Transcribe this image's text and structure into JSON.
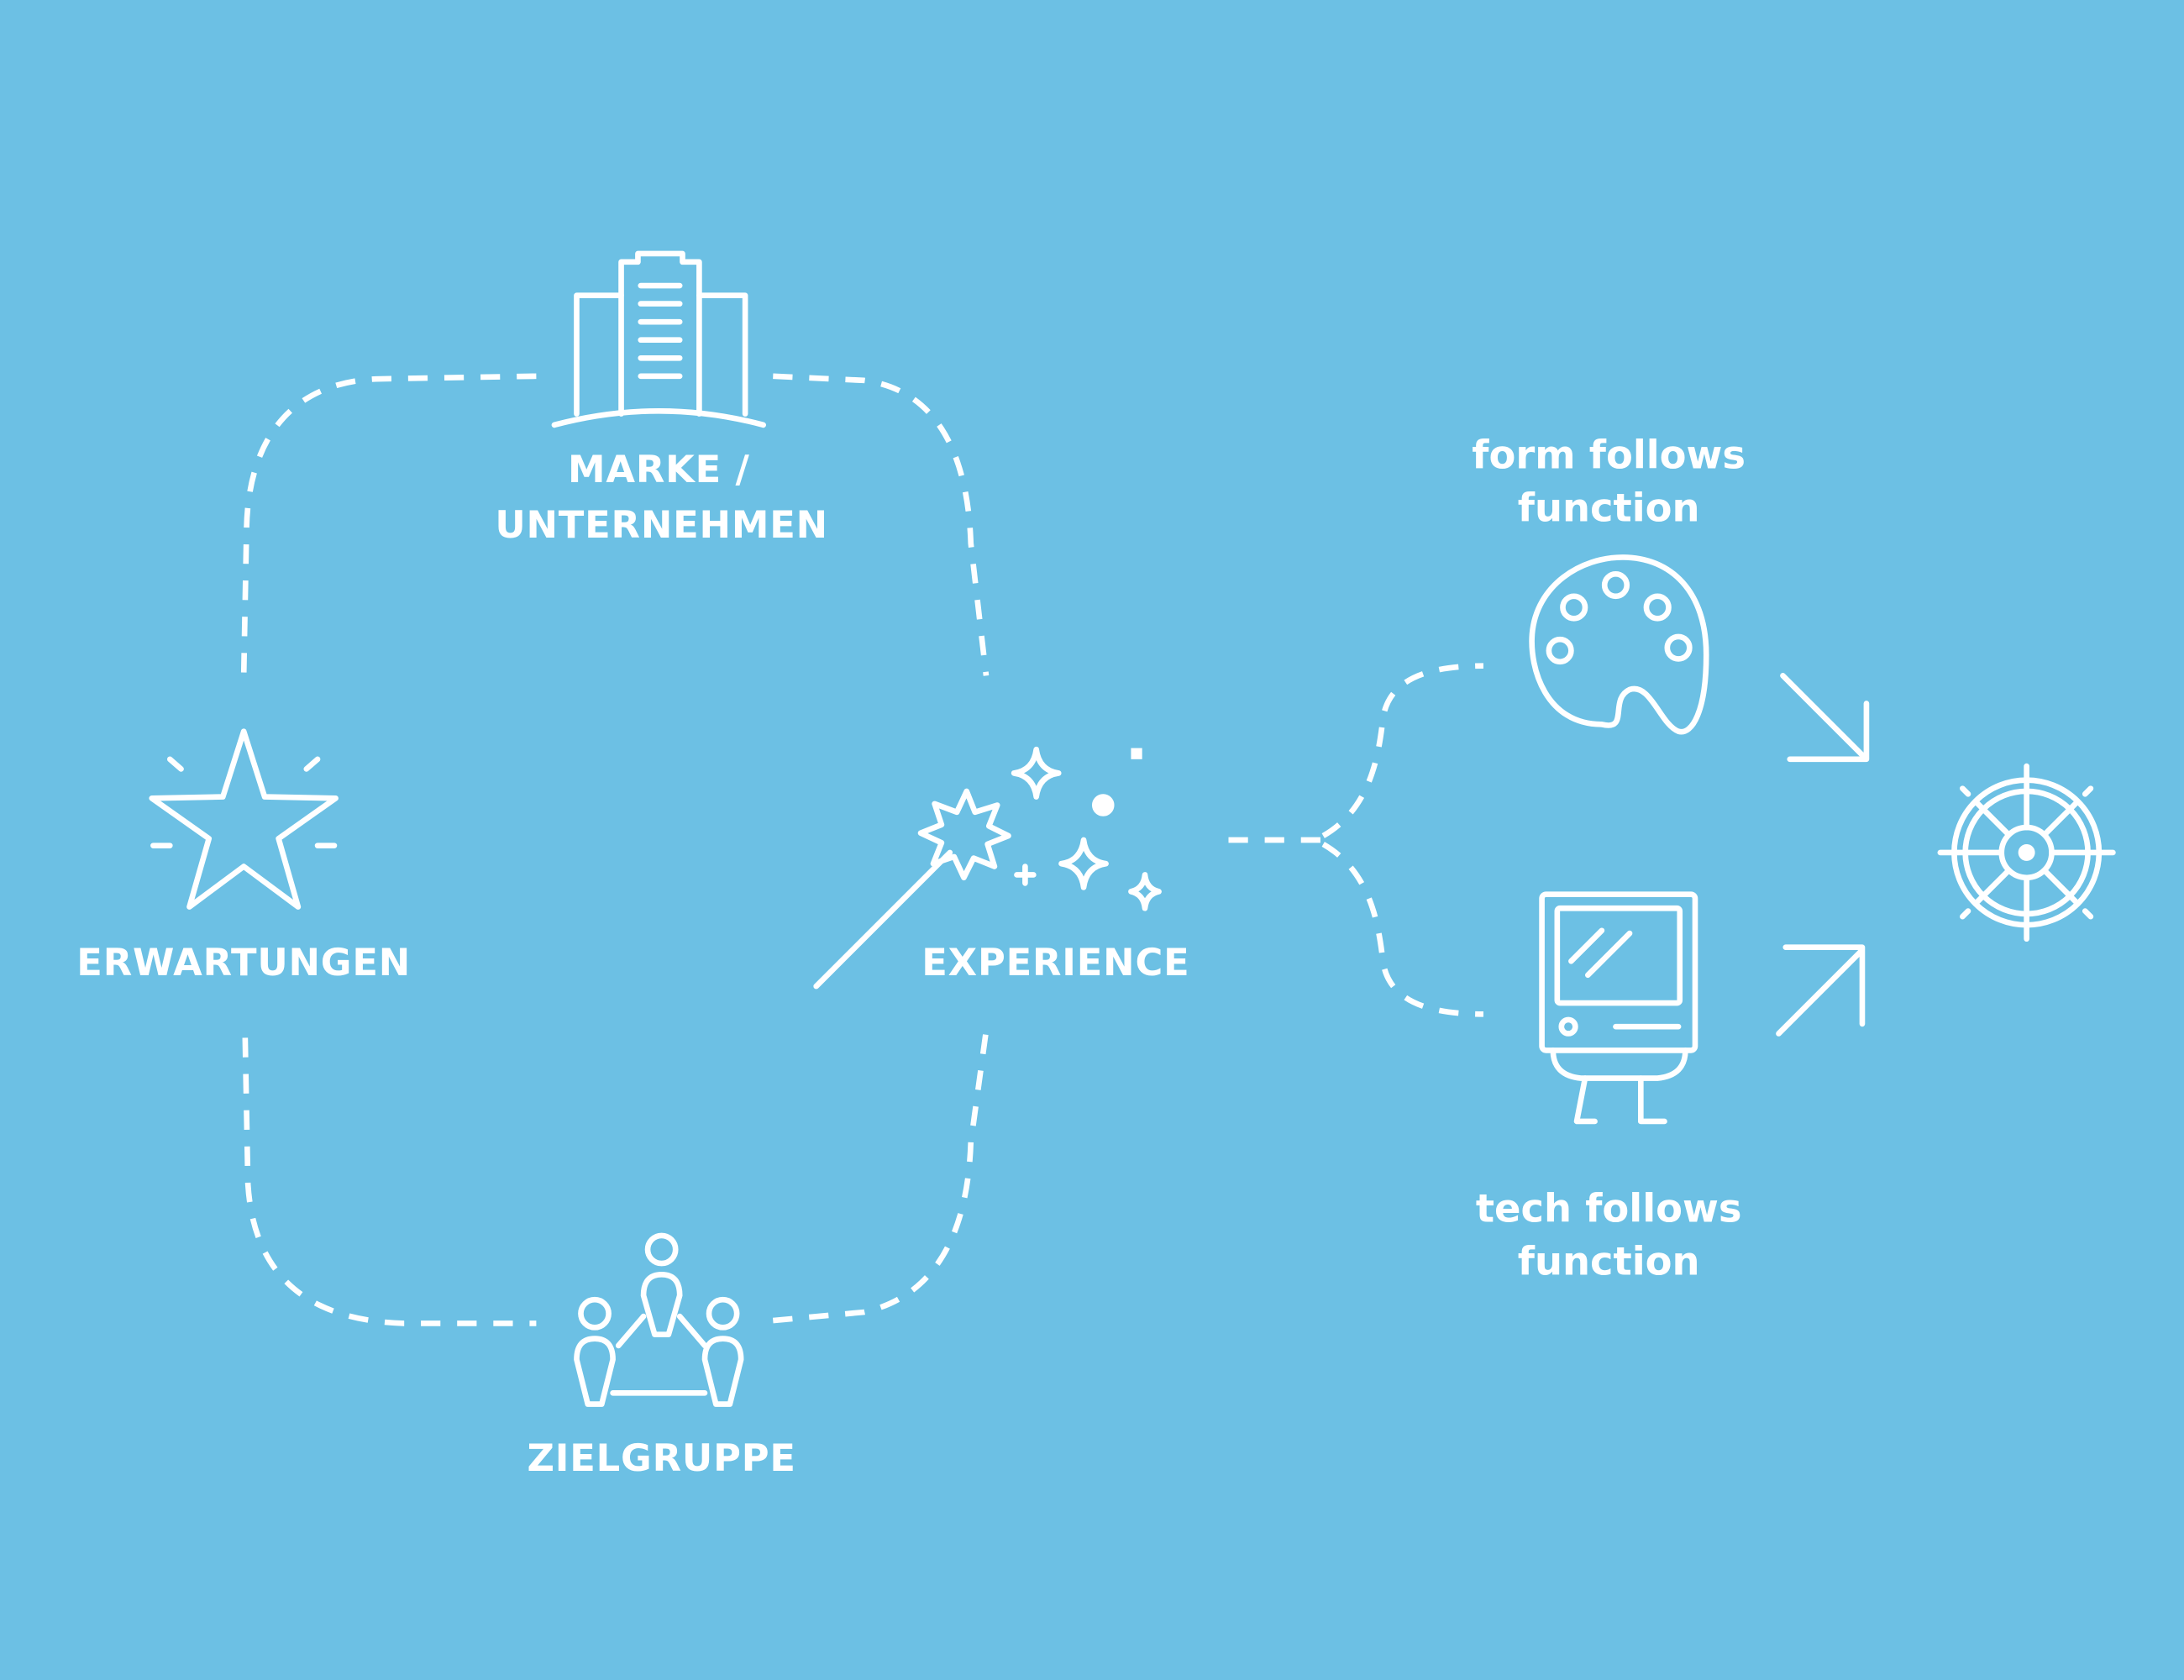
{
  "colors": {
    "background": "#6cc0e4",
    "foreground": "#ffffff"
  },
  "nodes": {
    "brand": {
      "line1": "MARKE /",
      "line2": "UNTERNEHMEN",
      "icon": "building-icon"
    },
    "expectations": {
      "label": "ERWARTUNGEN",
      "icon": "star-icon"
    },
    "audience": {
      "label": "ZIELGRUPPE",
      "icon": "group-icon"
    },
    "experience": {
      "label": "EXPERIENCE",
      "icon": "magic-wand-icon"
    },
    "form": {
      "line1": "form follows",
      "line2": "function",
      "icon": "palette-icon"
    },
    "tech": {
      "line1": "tech follows",
      "line2": "function",
      "icon": "computer-icon"
    },
    "result": {
      "icon": "ship-wheel-icon"
    }
  }
}
